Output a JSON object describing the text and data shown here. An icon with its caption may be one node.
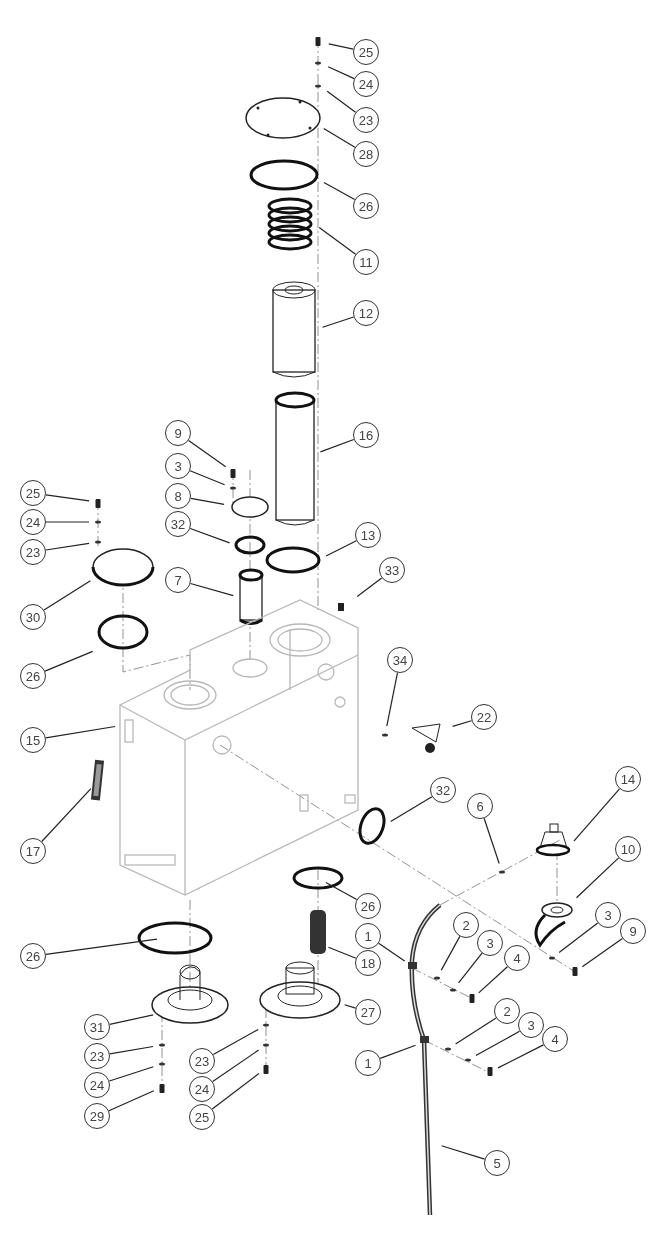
{
  "diagram": {
    "nodes": [
      {
        "text": [
          "25"
        ]
      },
      {
        "text": [
          "24"
        ]
      },
      {
        "text": [
          "23"
        ]
      },
      {
        "text": [
          "28"
        ]
      },
      {
        "text": [
          "26"
        ]
      },
      {
        "text": [
          "11"
        ]
      },
      {
        "text": [
          "12"
        ]
      },
      {
        "text": [
          "16"
        ]
      },
      {
        "text": [
          "9"
        ]
      },
      {
        "text": [
          "3"
        ]
      },
      {
        "text": [
          "8"
        ]
      },
      {
        "text": [
          "25"
        ]
      },
      {
        "text": [
          "24"
        ]
      },
      {
        "text": [
          "23"
        ]
      },
      {
        "text": [
          "32"
        ]
      },
      {
        "text": [
          "13"
        ]
      },
      {
        "text": [
          "7"
        ]
      },
      {
        "text": [
          "33"
        ]
      },
      {
        "text": [
          "30"
        ]
      },
      {
        "text": [
          "26"
        ]
      },
      {
        "text": [
          "34"
        ]
      },
      {
        "text": [
          "22"
        ]
      },
      {
        "text": [
          "15"
        ]
      },
      {
        "text": [
          "14"
        ]
      },
      {
        "text": [
          "32"
        ]
      },
      {
        "text": [
          "6"
        ]
      },
      {
        "text": [
          "10"
        ]
      },
      {
        "text": [
          "17"
        ]
      },
      {
        "text": [
          "26"
        ]
      },
      {
        "text": [
          "1"
        ]
      },
      {
        "text": [
          "2"
        ]
      },
      {
        "text": [
          "3"
        ]
      },
      {
        "text": [
          "4"
        ]
      },
      {
        "text": [
          "3"
        ]
      },
      {
        "text": [
          "9"
        ]
      },
      {
        "text": [
          "26"
        ]
      },
      {
        "text": [
          "18"
        ]
      },
      {
        "text": [
          "2"
        ]
      },
      {
        "text": [
          "3"
        ]
      },
      {
        "text": [
          "4"
        ]
      },
      {
        "text": [
          "1"
        ]
      },
      {
        "text": [
          "27"
        ]
      },
      {
        "text": [
          "31"
        ]
      },
      {
        "text": [
          "23"
        ]
      },
      {
        "text": [
          "24"
        ]
      },
      {
        "text": [
          "29"
        ]
      },
      {
        "text": [
          "23"
        ]
      },
      {
        "text": [
          "24"
        ]
      },
      {
        "text": [
          "25"
        ]
      },
      {
        "text": [
          "5"
        ]
      }
    ],
    "edges": [
      {
        "from": 0,
        "to": null,
        "arrow": "none"
      },
      {
        "from": 1,
        "to": null,
        "arrow": "none"
      },
      {
        "from": 2,
        "to": null,
        "arrow": "none"
      },
      {
        "from": 3,
        "to": null,
        "arrow": "none"
      },
      {
        "from": 4,
        "to": null,
        "arrow": "none"
      },
      {
        "from": 5,
        "to": null,
        "arrow": "none"
      },
      {
        "from": 6,
        "to": null,
        "arrow": "none"
      },
      {
        "from": 7,
        "to": null,
        "arrow": "none"
      },
      {
        "from": 8,
        "to": null,
        "arrow": "none"
      },
      {
        "from": 9,
        "to": null,
        "arrow": "none"
      },
      {
        "from": 10,
        "to": null,
        "arrow": "none"
      },
      {
        "from": 11,
        "to": null,
        "arrow": "none"
      },
      {
        "from": 12,
        "to": null,
        "arrow": "none"
      },
      {
        "from": 13,
        "to": null,
        "arrow": "none"
      },
      {
        "from": 14,
        "to": null,
        "arrow": "none"
      },
      {
        "from": 15,
        "to": null,
        "arrow": "none"
      },
      {
        "from": 16,
        "to": null,
        "arrow": "none"
      },
      {
        "from": 17,
        "to": null,
        "arrow": "none"
      },
      {
        "from": 18,
        "to": null,
        "arrow": "none"
      },
      {
        "from": 19,
        "to": null,
        "arrow": "none"
      },
      {
        "from": 20,
        "to": null,
        "arrow": "none"
      },
      {
        "from": 21,
        "to": null,
        "arrow": "none"
      },
      {
        "from": 22,
        "to": null,
        "arrow": "none"
      },
      {
        "from": 23,
        "to": null,
        "arrow": "none"
      },
      {
        "from": 24,
        "to": null,
        "arrow": "none"
      },
      {
        "from": 25,
        "to": null,
        "arrow": "none"
      },
      {
        "from": 26,
        "to": null,
        "arrow": "none"
      },
      {
        "from": 27,
        "to": null,
        "arrow": "none"
      },
      {
        "from": 28,
        "to": null,
        "arrow": "none"
      },
      {
        "from": 29,
        "to": null,
        "arrow": "none"
      },
      {
        "from": 30,
        "to": null,
        "arrow": "none"
      },
      {
        "from": 31,
        "to": null,
        "arrow": "none"
      },
      {
        "from": 32,
        "to": null,
        "arrow": "none"
      },
      {
        "from": 33,
        "to": null,
        "arrow": "none"
      },
      {
        "from": 34,
        "to": null,
        "arrow": "none"
      },
      {
        "from": 35,
        "to": null,
        "arrow": "none"
      },
      {
        "from": 36,
        "to": null,
        "arrow": "none"
      },
      {
        "from": 37,
        "to": null,
        "arrow": "none"
      },
      {
        "from": 38,
        "to": null,
        "arrow": "none"
      },
      {
        "from": 39,
        "to": null,
        "arrow": "none"
      },
      {
        "from": 40,
        "to": null,
        "arrow": "none"
      },
      {
        "from": 41,
        "to": null,
        "arrow": "none"
      },
      {
        "from": 42,
        "to": null,
        "arrow": "none"
      },
      {
        "from": 43,
        "to": null,
        "arrow": "none"
      },
      {
        "from": 44,
        "to": null,
        "arrow": "none"
      },
      {
        "from": 45,
        "to": null,
        "arrow": "none"
      },
      {
        "from": 46,
        "to": null,
        "arrow": "none"
      },
      {
        "from": 47,
        "to": null,
        "arrow": "none"
      },
      {
        "from": 48,
        "to": null,
        "arrow": "none"
      },
      {
        "from": 49,
        "to": null,
        "arrow": "none"
      }
    ]
  }
}
